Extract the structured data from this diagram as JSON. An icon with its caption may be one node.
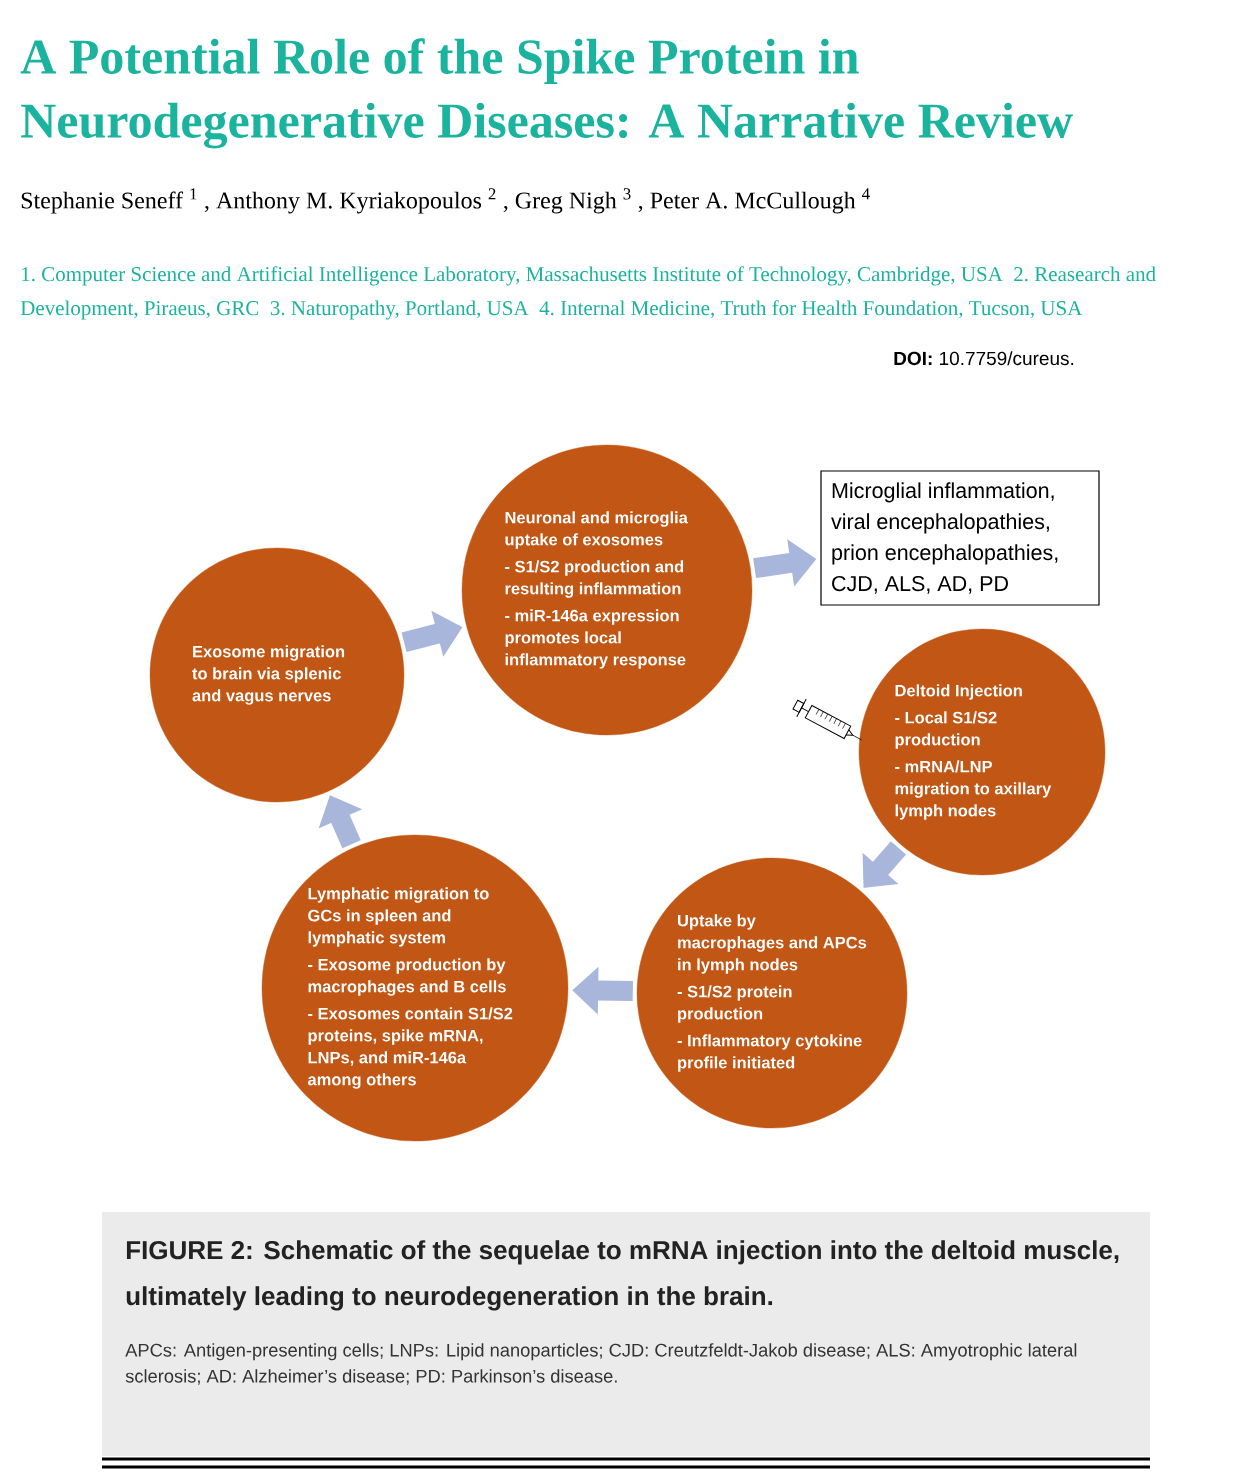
{
  "diagram": {
    "title": "A Potential Role of the Spike Protein in Neurodegenerative Diseases: A Narrative Review",
    "caption": "FIGURE 2: Schematic of the sequelae to mRNA injection into the deltoid muscle, ultimately leading to neurodegeneration in the brain.",
    "nodes": [
      {
        "text": [
          "Deltoid Injection",
          "- Local S1/S2 production",
          "-  mRNA/LNP migration to axillary lymph nodes"
        ]
      },
      {
        "text": [
          "Uptake by macrophages and APCs in lymph nodes",
          "- S1/S2 protein production",
          "- Inflammatory cytokine profile initiated"
        ]
      },
      {
        "text": [
          "Lymphatic migration  to GCs in spleen and lymphatic system",
          "- Exosome production by macrophages and B cells",
          "- Exosomes contain S1/S2 proteins, spike mRNA, LNPs, and miR-146a among others"
        ]
      },
      {
        "text": [
          "Exosome migration to brain via splenic and vagus nerves"
        ]
      },
      {
        "text": [
          "Neuronal and microglia uptake of exosomes",
          "- S1/S2 production and resulting inflammation",
          "- miR-146a expression promotes local inflammatory response"
        ]
      },
      {
        "text": [
          "Microglial inflammation, viral encephalopathies, prion encephalopathies, CJD, ALS, AD, PD"
        ]
      }
    ],
    "edges": [
      {
        "from": 0,
        "to": 1,
        "arrow": "to"
      },
      {
        "from": 1,
        "to": 2,
        "arrow": "to"
      },
      {
        "from": 2,
        "to": 3,
        "arrow": "to"
      },
      {
        "from": 3,
        "to": 4,
        "arrow": "to"
      },
      {
        "from": 4,
        "to": 5,
        "arrow": "to"
      }
    ],
    "labels": [
      "Stephanie Seneff $^{1}$ , Anthony M. Kyriakopoulos $^{2}$ , Greg Nigh $^{3}$ , Peter A. McCullough $^{4}$",
      "1.",
      "Computer Science and Artificial Intelligence Laboratory, Massachusetts Institute of Technology, Cambridge, USA",
      "2.",
      "Reasearch and Development, Piraeus, GRC",
      "3.",
      "Naturopathy, Portland, USA",
      "4.",
      "Internal Medicine, Truth for Health Foundation, Tucson, USA",
      "**DOI:** 10.7759/cureus.",
      "APCs: Antigen-presenting cells; LNPs: Lipid nanoparticles; CJD: Creutzfeldt-Jakob disease; ALS: Amyotrophic lateral sclerosis; AD: Alzheimer’s disease; PD: Parkinson’s disease."
    ]
  }
}
